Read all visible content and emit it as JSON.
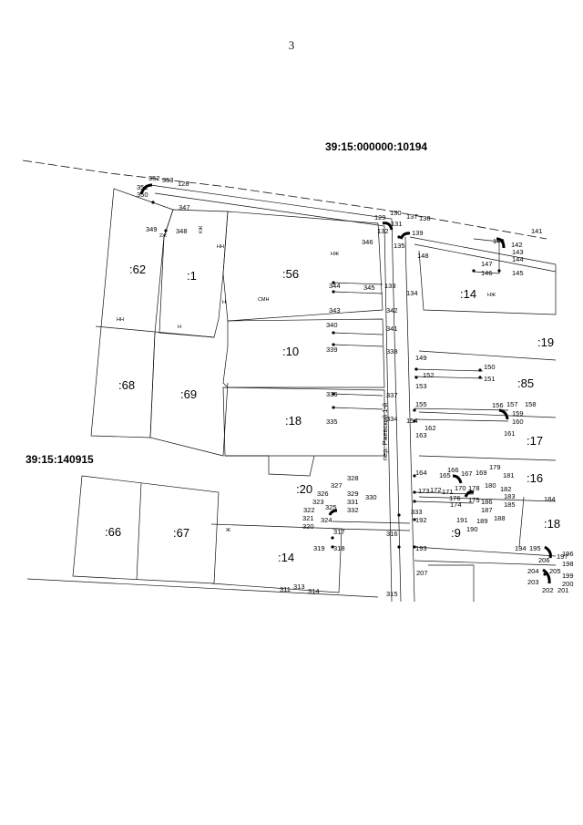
{
  "page_number": "3",
  "cadastral_block_main": "39:15:000000:10194",
  "cadastral_block_left": "39:15:140915",
  "street_label": "пер. Ржевский 1-й",
  "parcels": [
    ":62",
    ":1",
    ":56",
    ":14",
    ":19",
    ":10",
    ":85",
    ":68",
    ":69",
    ":18",
    ":17",
    ":16",
    ":20",
    ":66",
    ":67",
    ":9",
    ":18",
    ":14"
  ],
  "points": [
    "352",
    "353",
    "351",
    "128",
    "350",
    "347",
    "349",
    "348",
    "129",
    "130",
    "137",
    "138",
    "131",
    "132",
    "139",
    "141",
    "346",
    "135",
    "140",
    "142",
    "147",
    "143",
    "144",
    "146",
    "145",
    "148",
    "344",
    "345",
    "133",
    "134",
    "343",
    "342",
    "340",
    "341",
    "339",
    "338",
    "149",
    "150",
    "152",
    "151",
    "153",
    "336",
    "337",
    "155",
    "156",
    "157",
    "158",
    "335",
    "334",
    "159",
    "154",
    "160",
    "162",
    "163",
    "161",
    "164",
    "166",
    "179",
    "165",
    "167",
    "169",
    "181",
    "173",
    "172",
    "171",
    "176",
    "180",
    "182",
    "183",
    "170",
    "175",
    "186",
    "185",
    "174",
    "187",
    "178",
    "188",
    "328",
    "327",
    "326",
    "329",
    "323",
    "331",
    "325",
    "322",
    "332",
    "321",
    "324",
    "191",
    "189",
    "190",
    "320",
    "317",
    "316",
    "333",
    "192",
    "330",
    "193",
    "319",
    "318",
    "194",
    "195",
    "196",
    "206",
    "198",
    "197",
    "205",
    "204",
    "199",
    "207",
    "203",
    "200",
    "202",
    "201",
    "311",
    "313",
    "314",
    "315",
    "184"
  ],
  "labels_small": [
    "КЖ",
    "НН",
    "Н",
    "НЖ",
    "НЖ",
    "СМН",
    "Н",
    "НН",
    "2Ж",
    "Ж"
  ]
}
